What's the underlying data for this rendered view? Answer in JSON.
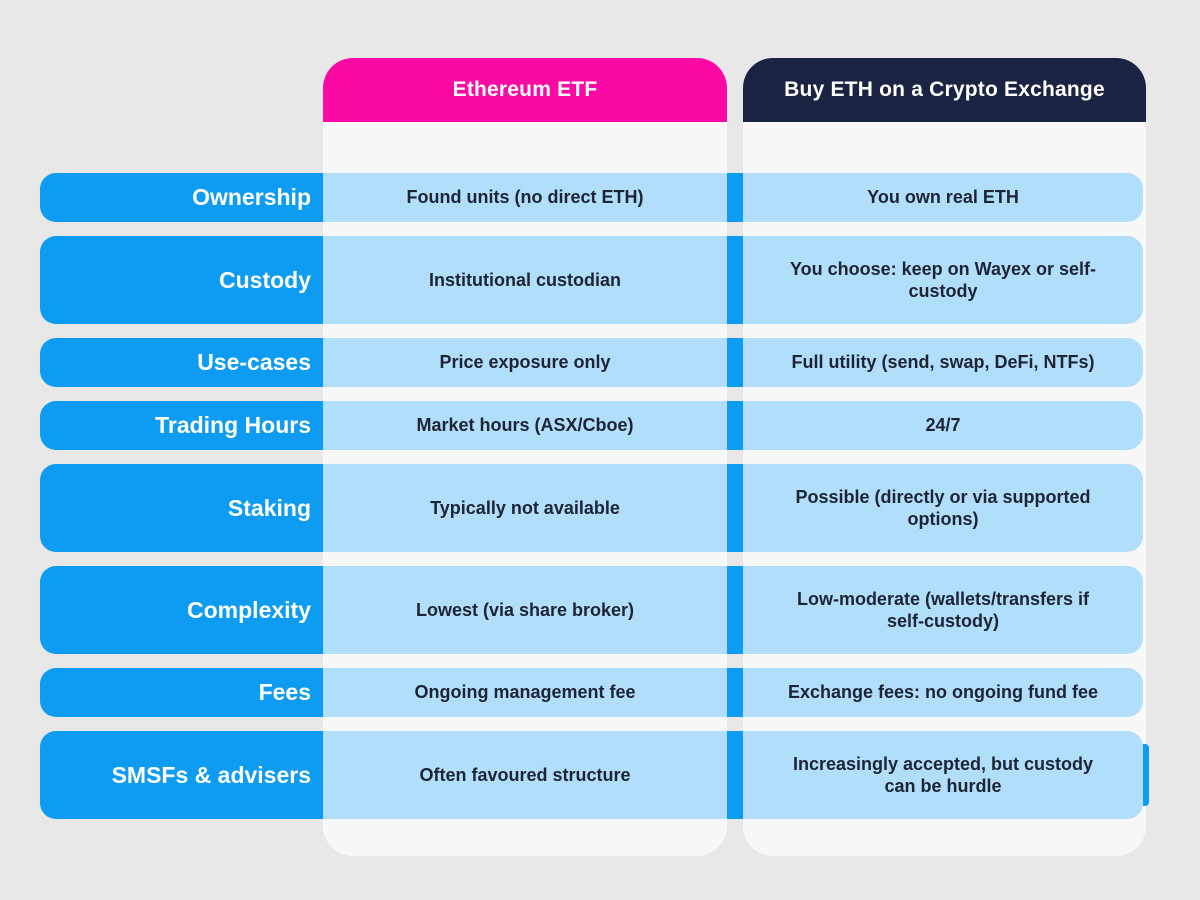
{
  "table": {
    "headers": [
      {
        "label": "Ethereum ETF"
      },
      {
        "label": "Buy ETH on a Crypto Exchange"
      }
    ],
    "rows": [
      {
        "label": "Ownership",
        "etf": "Found units (no direct ETH)",
        "exchange": "You own real ETH"
      },
      {
        "label": "Custody",
        "etf": "Institutional custodian",
        "exchange": "You choose: keep on Wayex or self-custody"
      },
      {
        "label": "Use-cases",
        "etf": "Price exposure only",
        "exchange": "Full utility (send, swap, DeFi, NTFs)"
      },
      {
        "label": "Trading Hours",
        "etf": "Market hours (ASX/Cboe)",
        "exchange": "24/7"
      },
      {
        "label": "Staking",
        "etf": "Typically not available",
        "exchange": "Possible (directly or via supported options)"
      },
      {
        "label": "Complexity",
        "etf": "Lowest (via share broker)",
        "exchange": "Low-moderate (wallets/transfers if self-custody)"
      },
      {
        "label": "Fees",
        "etf": "Ongoing management fee",
        "exchange": "Exchange fees: no ongoing fund fee"
      },
      {
        "label": "SMSFs & advisers",
        "etf": "Often favoured structure",
        "exchange": "Increasingly accepted, but custody can be hurdle"
      }
    ]
  },
  "colors": {
    "accent_blue": "#0d9cf2",
    "light_blue": "#b1defb",
    "pink": "#fa0aa2",
    "navy": "#1a2342",
    "page_bg": "#e8e8e9",
    "panel_bg": "#f8f8f8",
    "cell_text": "#1d2433",
    "label_text": "#ffffff"
  },
  "chart_data": {
    "type": "table",
    "columns": [
      "",
      "Ethereum ETF",
      "Buy ETH on a Crypto Exchange"
    ],
    "rows": [
      [
        "Ownership",
        "Found units (no direct ETH)",
        "You own real ETH"
      ],
      [
        "Custody",
        "Institutional custodian",
        "You choose: keep on Wayex or self-custody"
      ],
      [
        "Use-cases",
        "Price exposure only",
        "Full utility (send, swap, DeFi, NTFs)"
      ],
      [
        "Trading Hours",
        "Market hours (ASX/Cboe)",
        "24/7"
      ],
      [
        "Staking",
        "Typically not available",
        "Possible (directly or via supported options)"
      ],
      [
        "Complexity",
        "Lowest (via share broker)",
        "Low-moderate (wallets/transfers if self-custody)"
      ],
      [
        "Fees",
        "Ongoing management fee",
        "Exchange fees: no ongoing fund fee"
      ],
      [
        "SMSFs & advisers",
        "Often favoured structure",
        "Increasingly accepted, but custody can be hurdle"
      ]
    ],
    "title": "",
    "legend_position": "none",
    "grid": false
  }
}
